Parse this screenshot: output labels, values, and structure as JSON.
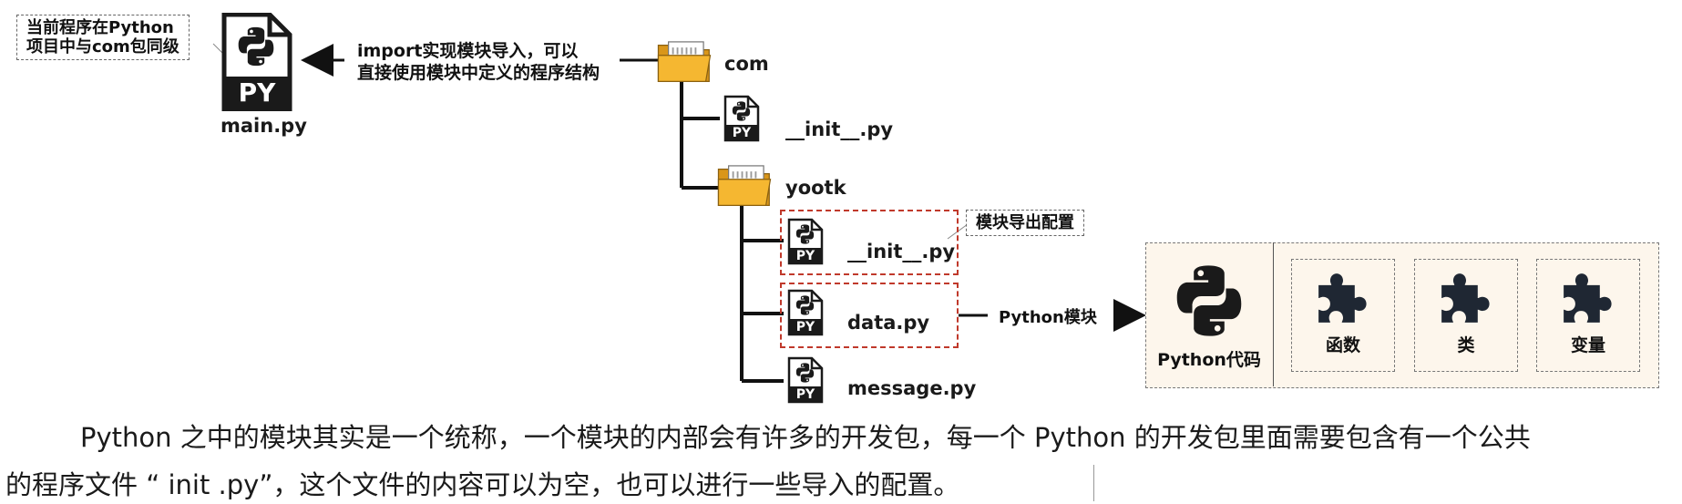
{
  "diagram": {
    "note_main": [
      "当前程序在Python",
      "项目中与com包同级"
    ],
    "main_file": {
      "label": "main.py",
      "badge": "PY"
    },
    "arrow_text": [
      "import实现模块导入，可以",
      "直接使用模块中定义的程序结构"
    ],
    "com_folder": "com",
    "com_init": "__init__.py",
    "yootk_folder": "yootk",
    "yootk_init": "__init__.py",
    "data_file": "data.py",
    "message_file": "message.py",
    "file_badge": "PY",
    "note_export": "模块导出配置",
    "python_module_label": "Python模块",
    "python_code_label": "Python代码",
    "pieces": [
      "函数",
      "类",
      "变量"
    ],
    "colors": {
      "folder": "#f5b731",
      "folder_dark": "#d9961a",
      "red_dash": "#c0392b",
      "box_fill": "#fdf6ec",
      "icon": "#1a1a1a"
    }
  },
  "paragraph": {
    "line1": "Python 之中的模块其实是一个统称，一个模块的内部会有许多的开发包，每一个 Python 的开发包里面需要包含有一个公共",
    "line2": "的程序文件 “    init    .py”，这个文件的内容可以为空，也可以进行一些导入的配置。"
  }
}
